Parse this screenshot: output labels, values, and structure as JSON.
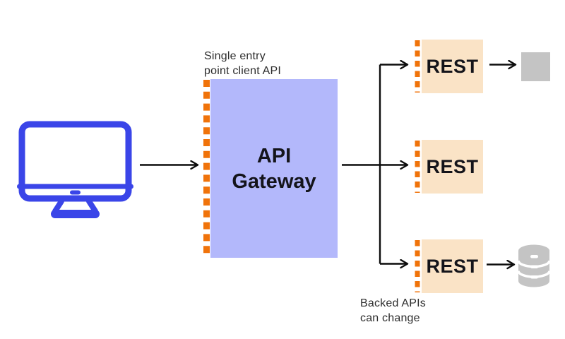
{
  "colors": {
    "monitor_blue": "#3A45E8",
    "gateway_purple": "#B3B8FB",
    "rest_peach": "#FAE3C6",
    "dash_orange": "#F0730A",
    "neutral_gray": "#C4C4C4",
    "arrow_black": "#0D0D0D",
    "label_text": "#2D2D2D",
    "box_text": "#14141A"
  },
  "annotations": {
    "gateway": "Single entry\npoint client API",
    "backend": "Backed APIs\ncan change"
  },
  "gateway": {
    "label": "API\nGateway"
  },
  "rest_services": [
    {
      "label": "REST"
    },
    {
      "label": "REST"
    },
    {
      "label": "REST"
    }
  ],
  "icons": {
    "client": "desktop-computer",
    "top_target": "gray-box",
    "bottom_target": "database"
  }
}
